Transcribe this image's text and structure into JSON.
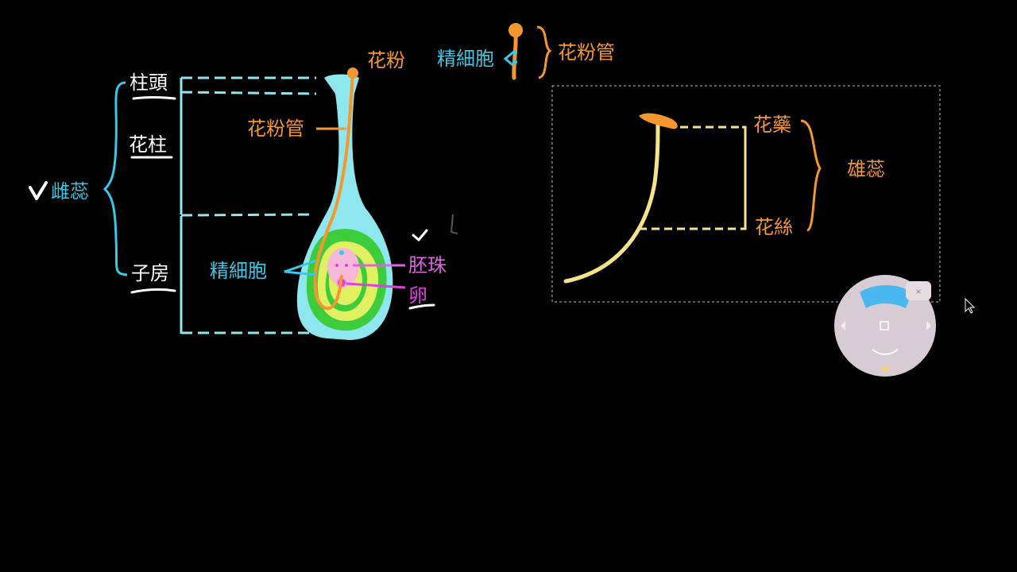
{
  "labels": {
    "pistil": "雌蕊",
    "stigma": "柱頭",
    "style": "花柱",
    "ovary": "子房",
    "pollen_tube_inner": "花粉管",
    "sperm_inner": "精細胞",
    "ovule": "胚珠",
    "egg": "卵",
    "pollen": "花粉",
    "sperm_top": "精細胞",
    "pollen_tube_top": "花粉管",
    "anther": "花藥",
    "filament": "花絲",
    "stamen": "雄蕊"
  },
  "colors": {
    "white": "#ffffff",
    "cyan": "#38c8e8",
    "orange": "#f5962f",
    "magenta": "#e040e0",
    "pink_label": "#e060e8",
    "yellow": "#f7e48a",
    "green": "#3ccc3c",
    "light_cyan": "#8ee6ee",
    "yellow_green": "#e0f060"
  },
  "icons": {
    "checkmark": "checkmark-icon",
    "cursor": "mouse-pointer-icon",
    "navigation": "navigation-wheel-icon"
  }
}
